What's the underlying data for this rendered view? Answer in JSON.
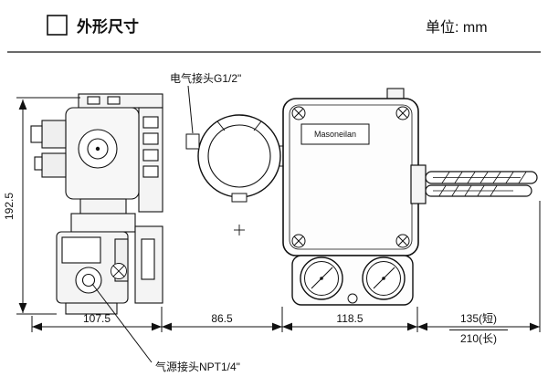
{
  "header": {
    "title": "外形尺寸",
    "unit_label": "单位: mm"
  },
  "annotations": {
    "electrical_connection": "电气接头G1/2\"",
    "air_connection": "气源接头NPT1/4\""
  },
  "device": {
    "brand": "Masoneilan"
  },
  "dimensions": {
    "height": "192.5",
    "width_side": "107.5",
    "width_flange": "86.5",
    "width_front": "118.5",
    "rod_short": "135(短)",
    "rod_long": "210(长)"
  }
}
